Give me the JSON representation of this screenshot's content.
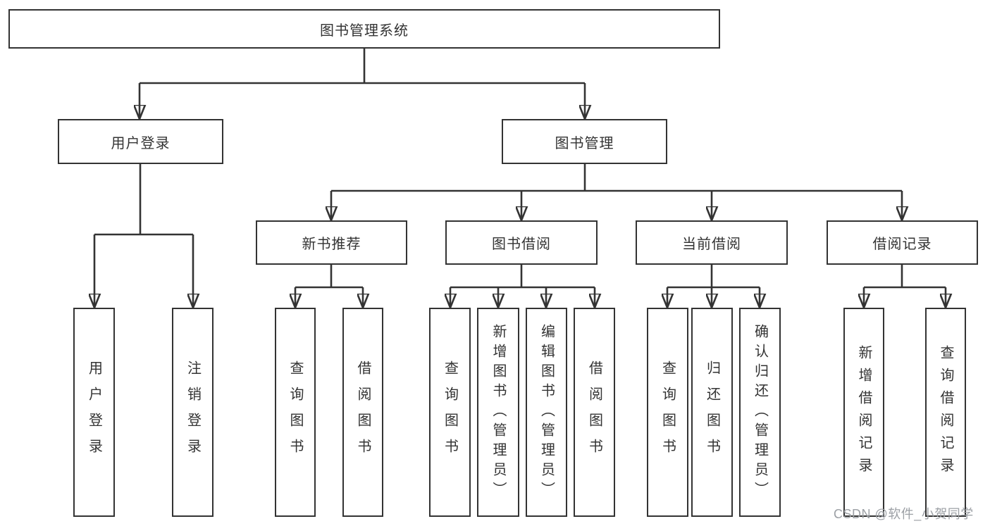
{
  "colors": {
    "line": "#333333",
    "node_text": "#333333",
    "node_background": "#ffffff",
    "watermark": "#9ca0a5"
  },
  "tree": {
    "root": {
      "label": "图书管理系统"
    },
    "branches": [
      {
        "label": "用户登录",
        "children": [
          {
            "label": "用户登录"
          },
          {
            "label": "注销登录"
          }
        ]
      },
      {
        "label": "图书管理",
        "groups": [
          {
            "label": "新书推荐",
            "children": [
              {
                "label": "查询图书"
              },
              {
                "label": "借阅图书"
              }
            ]
          },
          {
            "label": "图书借阅",
            "children": [
              {
                "label": "查询图书"
              },
              {
                "label": "新增图书（管理员）"
              },
              {
                "label": "编辑图书（管理员）"
              },
              {
                "label": "借阅图书"
              }
            ]
          },
          {
            "label": "当前借阅",
            "children": [
              {
                "label": "查询图书"
              },
              {
                "label": "归还图书"
              },
              {
                "label": "确认归还（管理员）"
              }
            ]
          },
          {
            "label": "借阅记录",
            "children": [
              {
                "label": "新增借阅记录"
              },
              {
                "label": "查询借阅记录"
              }
            ]
          }
        ]
      }
    ]
  },
  "watermark": {
    "text": "CSDN @软件_小贺同学"
  }
}
